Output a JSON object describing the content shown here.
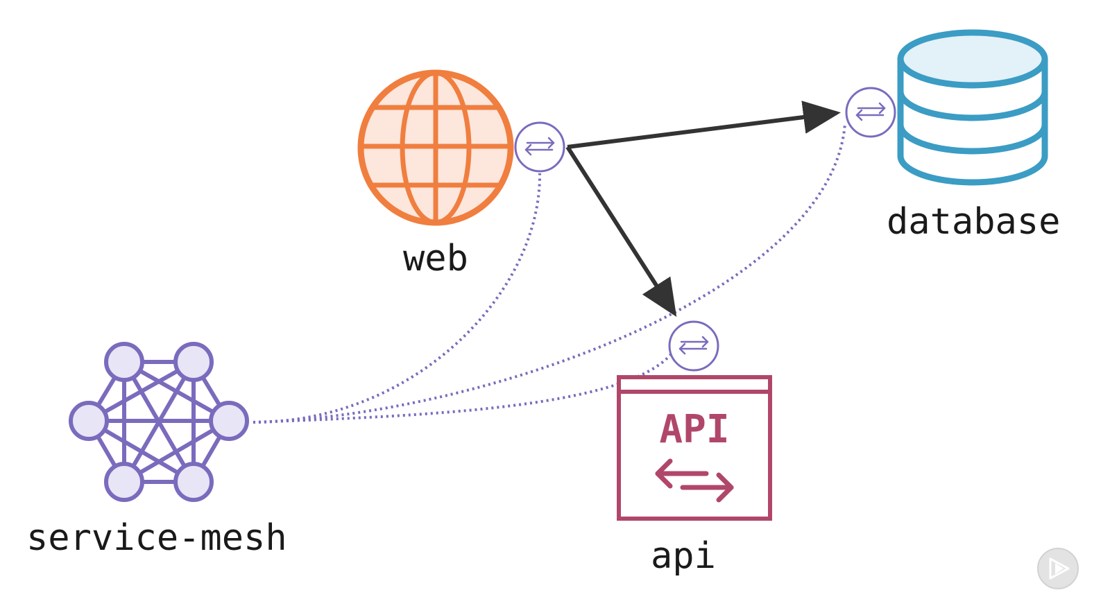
{
  "nodes": {
    "web": {
      "label": "web",
      "icon": "globe-icon",
      "color": "#f07e3f",
      "fill": "#fde6dc"
    },
    "database": {
      "label": "database",
      "icon": "database-icon",
      "color": "#3b9cc4",
      "fill": "#e3f1f8"
    },
    "service_mesh": {
      "label": "service-mesh",
      "icon": "mesh-network-icon",
      "color": "#7a6bbd",
      "fill": "#e8e5f6"
    },
    "api": {
      "label": "api",
      "icon": "api-window-icon",
      "color": "#b0476a",
      "badge": "API"
    }
  },
  "edges": [
    {
      "from": "web",
      "to": "database",
      "style": "solid-arrow"
    },
    {
      "from": "web",
      "to": "api",
      "style": "solid-arrow"
    },
    {
      "from": "service_mesh",
      "to": "web",
      "style": "dotted"
    },
    {
      "from": "service_mesh",
      "to": "database",
      "style": "dotted"
    },
    {
      "from": "service_mesh",
      "to": "api",
      "style": "dotted"
    }
  ],
  "sidecar": {
    "icon": "swap-arrows-icon",
    "color": "#7a6bbd"
  },
  "player": {
    "icon": "play-icon"
  }
}
